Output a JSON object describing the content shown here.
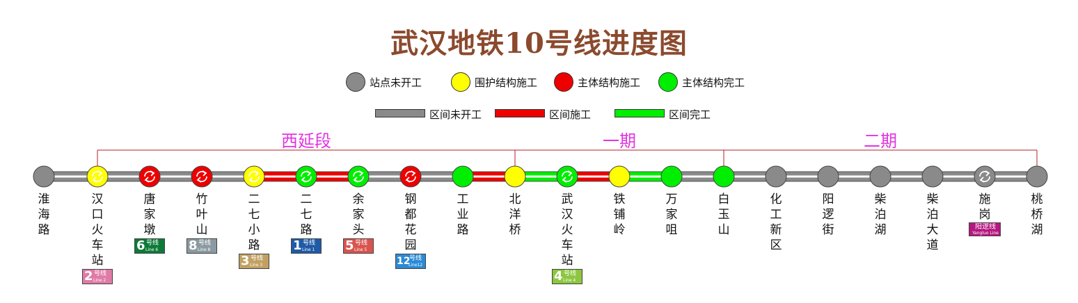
{
  "title": "武汉地铁10号线进度图",
  "colors": {
    "not_started": "#8a8a8a",
    "enclosure": "#ffff00",
    "main_build": "#ee0000",
    "main_done": "#00ee00",
    "phase_text": "#e233e2",
    "bracket": "#b0202a"
  },
  "legend": {
    "stations": [
      {
        "label": "站点未开工",
        "status": "not_started"
      },
      {
        "label": "围护结构施工",
        "status": "enclosure"
      },
      {
        "label": "主体结构施工",
        "status": "main_build"
      },
      {
        "label": "主体结构完工",
        "status": "main_done"
      }
    ],
    "sections": [
      {
        "label": "区间未开工",
        "status": "not_started"
      },
      {
        "label": "区间施工",
        "status": "main_build"
      },
      {
        "label": "区间完工",
        "status": "main_done"
      }
    ]
  },
  "phases": [
    {
      "label": "西延段",
      "from": 1,
      "to": 9
    },
    {
      "label": "一期",
      "from": 9,
      "to": 13
    },
    {
      "label": "二期",
      "from": 13,
      "to": 19
    }
  ],
  "stations": [
    {
      "name": "淮海路",
      "status": "not_started",
      "transfer": false,
      "badges": []
    },
    {
      "name": "汉口火车站",
      "status": "enclosure",
      "transfer": true,
      "badges": [
        {
          "num": "2",
          "zh": "号线",
          "en": "Line 2",
          "color": "#e07aa7"
        }
      ]
    },
    {
      "name": "唐家墩",
      "status": "main_build",
      "transfer": true,
      "badges": [
        {
          "num": "6",
          "zh": "号线",
          "en": "Line 6",
          "color": "#0d7a37"
        }
      ]
    },
    {
      "name": "竹叶山",
      "status": "main_build",
      "transfer": true,
      "badges": [
        {
          "num": "8",
          "zh": "号线",
          "en": "Line 8",
          "color": "#8a9aa0"
        }
      ]
    },
    {
      "name": "二七小路",
      "status": "enclosure",
      "transfer": true,
      "badges": [
        {
          "num": "3",
          "zh": "号线",
          "en": "Line 3",
          "color": "#c2a063"
        }
      ]
    },
    {
      "name": "二七路",
      "status": "main_done",
      "transfer": true,
      "badges": [
        {
          "num": "1",
          "zh": "号线",
          "en": "Line 1",
          "color": "#1f5aa6"
        }
      ]
    },
    {
      "name": "余家头",
      "status": "main_done",
      "transfer": true,
      "badges": [
        {
          "num": "5",
          "zh": "号线",
          "en": "Line 5",
          "color": "#d9534f"
        }
      ]
    },
    {
      "name": "钢都花园",
      "status": "main_build",
      "transfer": true,
      "badges": [
        {
          "num": "12",
          "zh": "号线",
          "en": "Line12",
          "color": "#2a8ad6"
        }
      ]
    },
    {
      "name": "工业路",
      "status": "main_done",
      "transfer": false,
      "badges": []
    },
    {
      "name": "北洋桥",
      "status": "enclosure",
      "transfer": false,
      "badges": []
    },
    {
      "name": "武汉火车站",
      "status": "main_done",
      "transfer": true,
      "badges": [
        {
          "num": "4",
          "zh": "号线",
          "en": "Line 4",
          "color": "#8dc63f"
        }
      ]
    },
    {
      "name": "铁铺岭",
      "status": "enclosure",
      "transfer": false,
      "badges": []
    },
    {
      "name": "万家咀",
      "status": "main_done",
      "transfer": false,
      "badges": []
    },
    {
      "name": "白玉山",
      "status": "main_done",
      "transfer": false,
      "badges": []
    },
    {
      "name": "化工新区",
      "status": "not_started",
      "transfer": false,
      "badges": []
    },
    {
      "name": "阳逻街",
      "status": "not_started",
      "transfer": false,
      "badges": []
    },
    {
      "name": "柴泊湖",
      "status": "not_started",
      "transfer": false,
      "badges": []
    },
    {
      "name": "柴泊大道",
      "status": "not_started",
      "transfer": false,
      "badges": []
    },
    {
      "name": "施岗",
      "status": "not_started",
      "transfer": true,
      "badges": [
        {
          "num": "",
          "zh": "阳逻线",
          "en": "Yangluo Line",
          "color": "#b5177f"
        }
      ]
    },
    {
      "name": "桃桥湖",
      "status": "not_started",
      "transfer": false,
      "badges": []
    }
  ],
  "sections": [
    "not_started",
    "not_started",
    "not_started",
    "not_started",
    "main_build",
    "main_build",
    "not_started",
    "not_started",
    "main_build",
    "main_done",
    "main_build",
    "main_done",
    "not_started",
    "not_started",
    "not_started",
    "not_started",
    "not_started",
    "not_started",
    "not_started"
  ]
}
